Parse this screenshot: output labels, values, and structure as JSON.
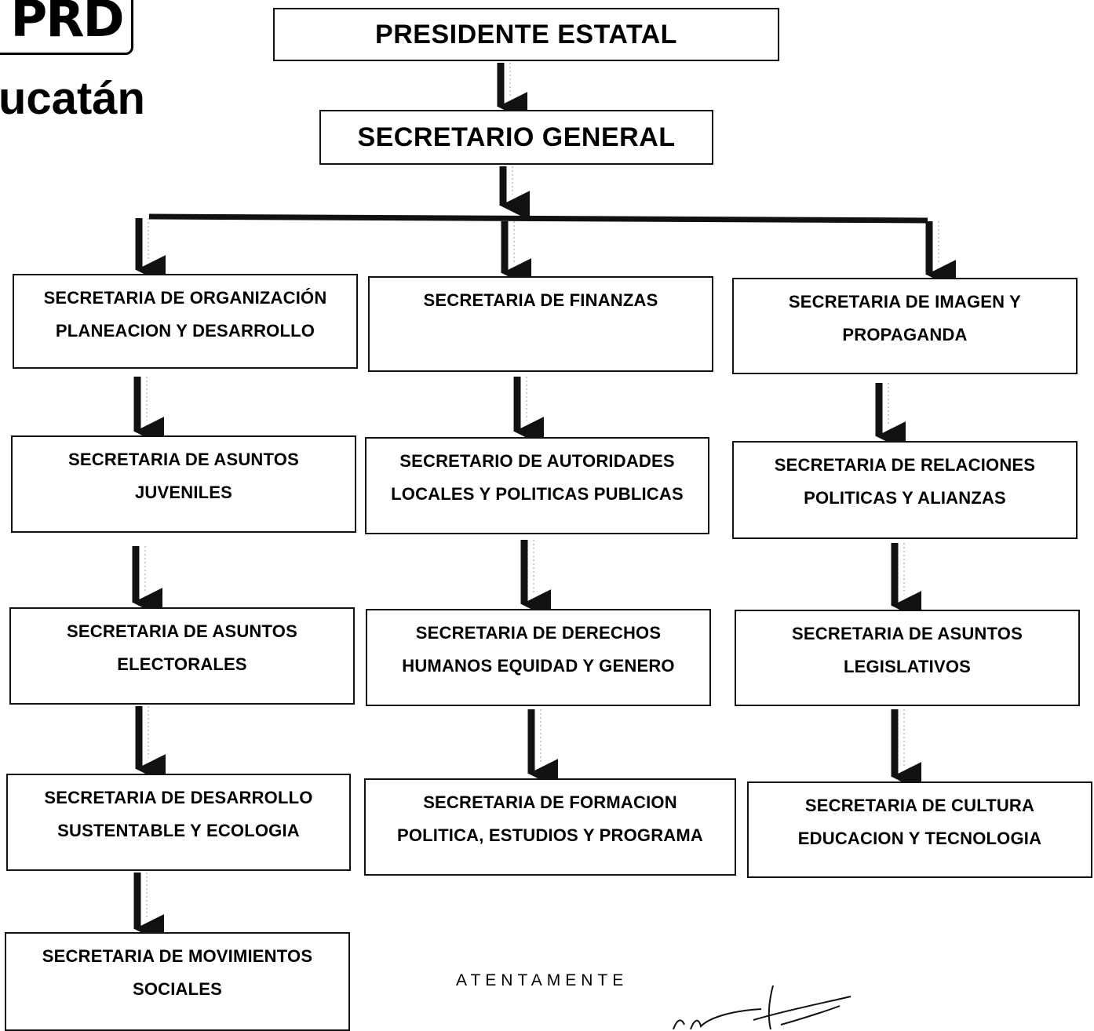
{
  "header": {
    "logo_text": "PRD",
    "state_text": "ucatán"
  },
  "org_chart": {
    "president": "PRESIDENTE ESTATAL",
    "secretary_general": "SECRETARIO GENERAL",
    "columns": [
      {
        "boxes": [
          [
            "SECRETARIA DE ORGANIZACIÓN",
            "PLANEACION Y DESARROLLO"
          ],
          [
            "SECRETARIA DE ASUNTOS",
            "JUVENILES"
          ],
          [
            "SECRETARIA DE ASUNTOS",
            "ELECTORALES"
          ],
          [
            "SECRETARIA DE DESARROLLO",
            "SUSTENTABLE Y ECOLOGIA"
          ],
          [
            "SECRETARIA DE MOVIMIENTOS",
            "SOCIALES"
          ]
        ]
      },
      {
        "boxes": [
          [
            "SECRETARIA DE FINANZAS"
          ],
          [
            "SECRETARIO DE AUTORIDADES",
            "LOCALES Y POLITICAS PUBLICAS"
          ],
          [
            "SECRETARIA DE DERECHOS",
            "HUMANOS EQUIDAD Y GENERO"
          ],
          [
            "SECRETARIA DE FORMACION",
            "POLITICA, ESTUDIOS Y PROGRAMA"
          ]
        ]
      },
      {
        "boxes": [
          [
            "SECRETARIA DE IMAGEN Y",
            "PROPAGANDA"
          ],
          [
            "SECRETARIA DE RELACIONES",
            "POLITICAS Y ALIANZAS"
          ],
          [
            "SECRETARIA DE ASUNTOS",
            "LEGISLATIVOS"
          ],
          [
            "SECRETARIA DE CULTURA",
            "EDUCACION Y TECNOLOGIA"
          ]
        ]
      }
    ]
  },
  "footer": {
    "closing": "ATENTAMENTE"
  }
}
